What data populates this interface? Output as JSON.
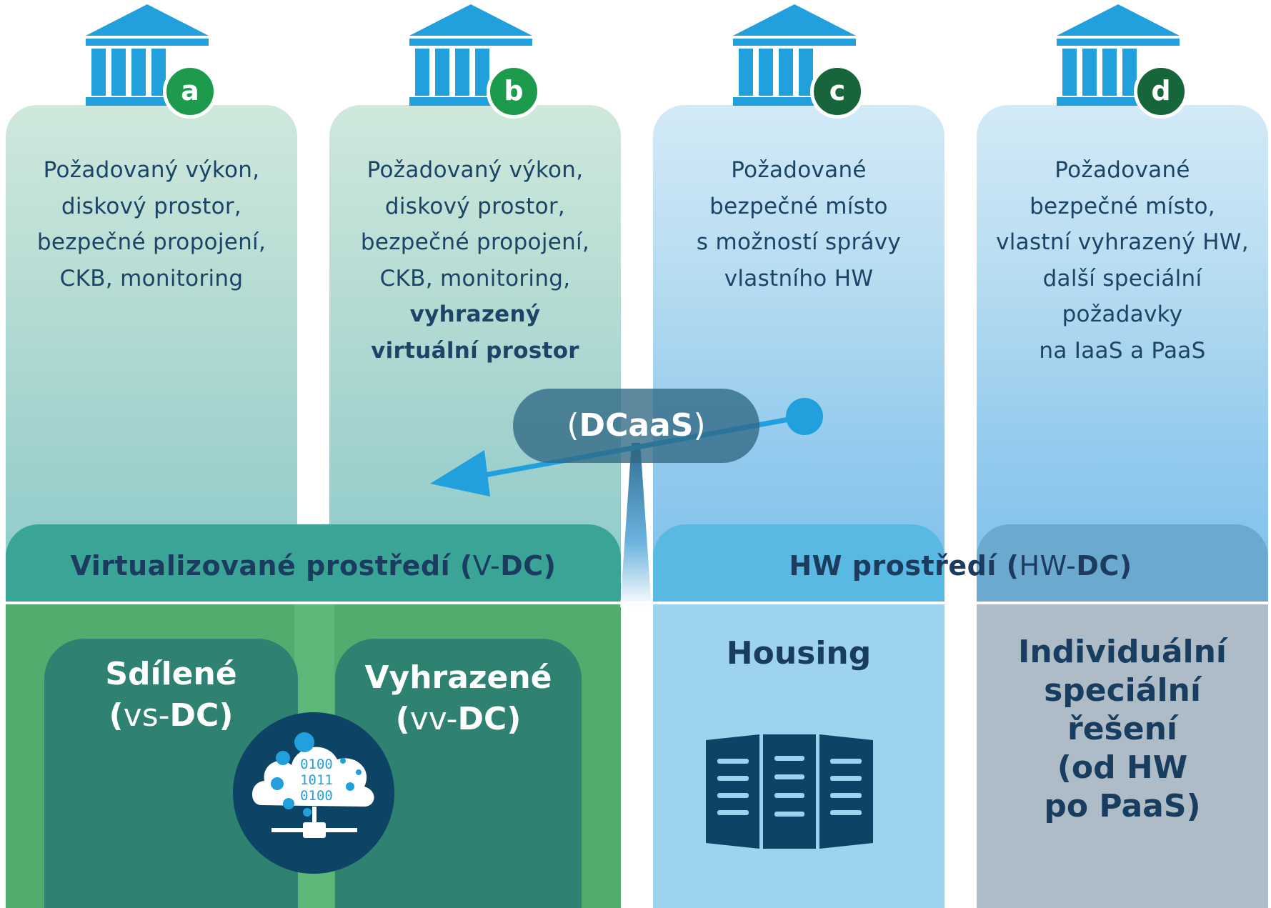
{
  "columns": [
    {
      "badge": "a",
      "text": [
        "Požadovaný výkon,",
        "diskový prostor,",
        "bezpečné propojení,",
        "CKB, monitoring"
      ],
      "bold_text": []
    },
    {
      "badge": "b",
      "text": [
        "Požadovaný výkon,",
        "diskový prostor,",
        "bezpečné propojení,",
        "CKB, monitoring,"
      ],
      "bold_text": [
        "vyhrazený",
        "virtuální prostor"
      ]
    },
    {
      "badge": "c",
      "text": [
        "Požadované",
        "bezpečné místo",
        "s možností správy",
        "vlastního HW"
      ],
      "bold_text": []
    },
    {
      "badge": "d",
      "text": [
        "Požadované",
        "bezpečné místo,",
        "vlastní vyhrazený HW,",
        "další speciální",
        "požadavky",
        "na IaaS a PaaS"
      ],
      "bold_text": []
    }
  ],
  "center": {
    "open": "(",
    "label": "DCaaS",
    "close": ")"
  },
  "bands": {
    "virtual": {
      "bold": "Virtualizované prostředí (",
      "light": "V-",
      "bold2": "DC)"
    },
    "hw": {
      "bold": "HW prostředí (",
      "light": "HW-",
      "bold2": "DC)"
    }
  },
  "bottom": {
    "shared": {
      "line1": "Sdílené",
      "open": "(",
      "light": "vs-",
      "bold": "DC)"
    },
    "dedicated": {
      "line1": "Vyhrazené",
      "open": "(",
      "light": "vv-",
      "bold": "DC)"
    },
    "cloud_binary": [
      "0100",
      "1011",
      "0100"
    ],
    "housing": "Housing",
    "individual": [
      "Individuální",
      "speciální",
      "řešení",
      "(od HW",
      "po PaaS)"
    ]
  },
  "colors": {
    "building": "#229fdd",
    "badge_light_green": "#1e9a4c",
    "badge_dark_green": "#17653a",
    "green_bottom": "#50ad6e",
    "panel_dark": "#2f8172",
    "hw_blue": "#9ed3f0",
    "individual_grey": "#aebcc7",
    "navy": "#0d4466",
    "arrow": "#229fdd"
  }
}
